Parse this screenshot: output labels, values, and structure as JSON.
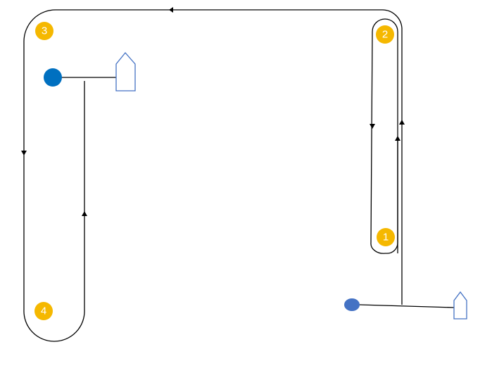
{
  "colors": {
    "line": "#000000",
    "waypoint_marker": "#f5b800",
    "endpoint_large": "#0070c0",
    "endpoint_small": "#4472c4",
    "flag_outline": "#4472c4",
    "background": "#ffffff"
  },
  "waypoints": [
    {
      "id": "1",
      "label": "1"
    },
    {
      "id": "2",
      "label": "2"
    },
    {
      "id": "3",
      "label": "3"
    },
    {
      "id": "4",
      "label": "4"
    }
  ],
  "icons": {
    "flag": "house-shaped-flag-icon",
    "endpoint": "filled-circle-icon",
    "arrow": "arrowhead-icon"
  }
}
